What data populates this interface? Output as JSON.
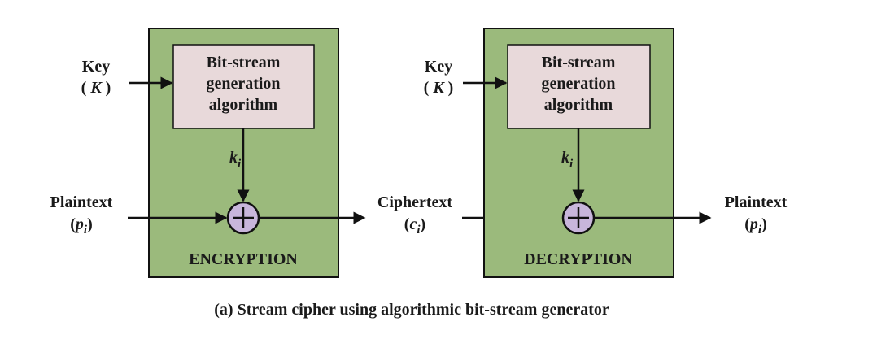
{
  "colors": {
    "panel_fill": "#9bba7c",
    "box_fill": "#e8d9da",
    "xor_fill": "#c8b6db",
    "stroke": "#111111"
  },
  "encryption": {
    "box_lines": [
      "Bit-stream",
      "generation",
      "algorithm"
    ],
    "key_label": "Key",
    "key_symbol": "K",
    "ki_letter": "k",
    "ki_sub": "i",
    "input_label": "Plaintext",
    "input_sym": "p",
    "input_sub": "i",
    "panel_label": "ENCRYPTION"
  },
  "middle": {
    "label": "Ciphertext",
    "sym": "c",
    "sub": "i"
  },
  "decryption": {
    "box_lines": [
      "Bit-stream",
      "generation",
      "algorithm"
    ],
    "key_label": "Key",
    "key_symbol": "K",
    "ki_letter": "k",
    "ki_sub": "i",
    "panel_label": "DECRYPTION"
  },
  "output": {
    "label": "Plaintext",
    "sym": "p",
    "sub": "i"
  },
  "caption": "(a) Stream cipher using algorithmic bit-stream generator"
}
